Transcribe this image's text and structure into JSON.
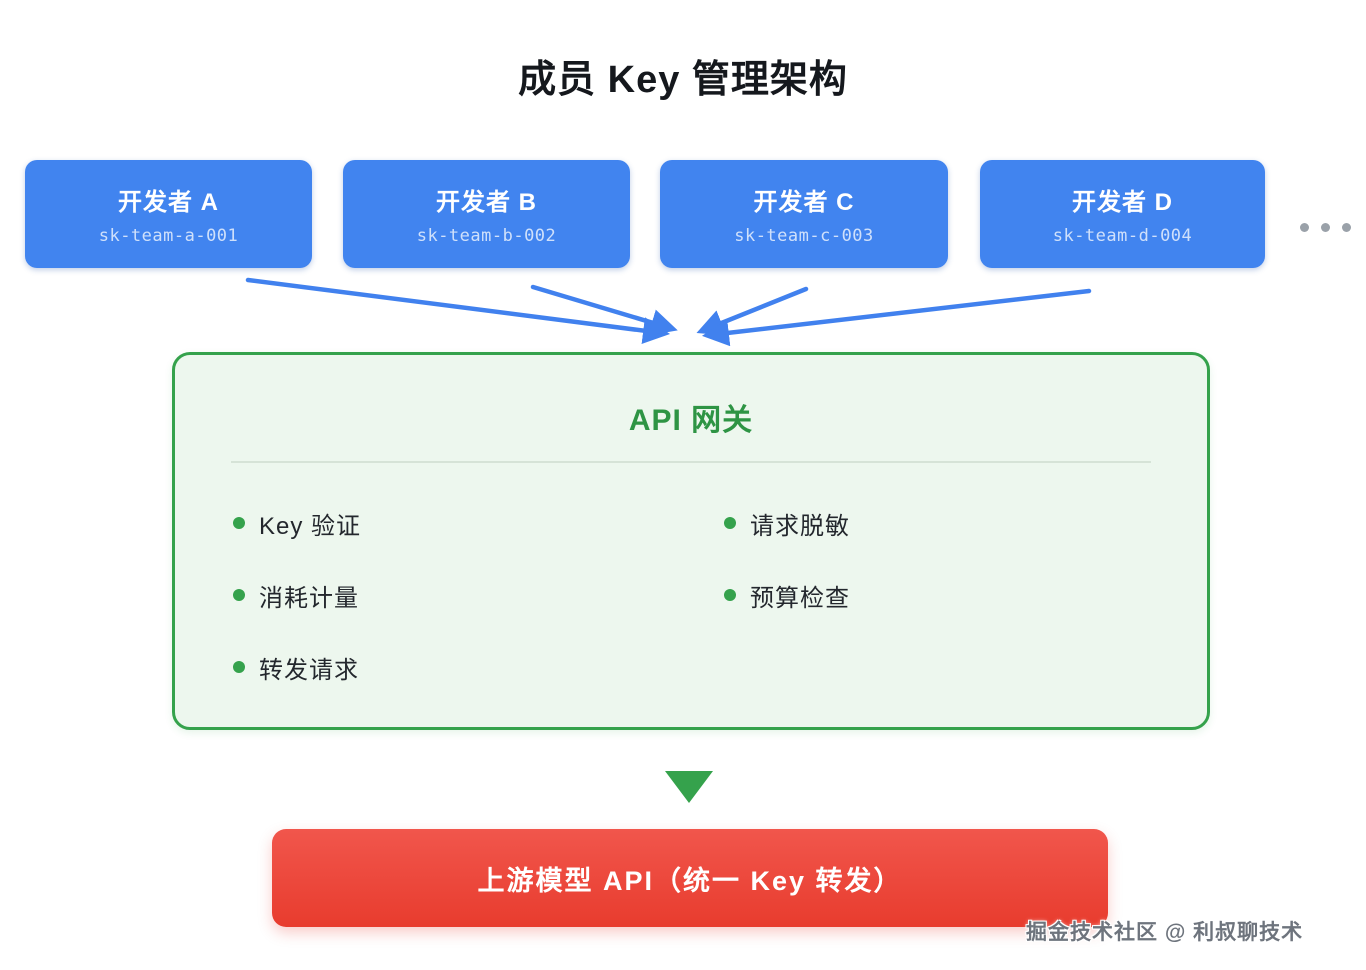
{
  "page": {
    "title": "成员 Key 管理架构"
  },
  "developers": [
    {
      "name": "开发者 A",
      "key": "sk-team-a-001"
    },
    {
      "name": "开发者 B",
      "key": "sk-team-b-002"
    },
    {
      "name": "开发者 C",
      "key": "sk-team-c-003"
    },
    {
      "name": "开发者 D",
      "key": "sk-team-d-004"
    }
  ],
  "gateway": {
    "title": "API 网关",
    "features_left": [
      "Key 验证",
      "消耗计量",
      "转发请求"
    ],
    "features_right": [
      "请求脱敏",
      "预算检查"
    ]
  },
  "upstream": {
    "label": "上游模型 API（统一 Key 转发）"
  },
  "watermark": {
    "text": "掘金技术社区 @ 利叔聊技术"
  },
  "icons": {
    "more_developers": "ellipsis-icon",
    "flow_converge": "arrows-converge-icon",
    "flow_down": "triangle-down-icon"
  },
  "colors": {
    "developer_box_blue": "#4184EF",
    "developer_key_text": "#CFE0FB",
    "arrow_blue": "#4181EE",
    "gateway_border_green": "#35A24C",
    "gateway_fill_green": "#EDF7EE",
    "gateway_title_green": "#2E9444",
    "feature_text": "#23272D",
    "upstream_red": "#EE4B42",
    "ellipsis_gray": "#9AA1A9",
    "watermark_gray": "#6E747D",
    "title_black": "#15181D"
  }
}
